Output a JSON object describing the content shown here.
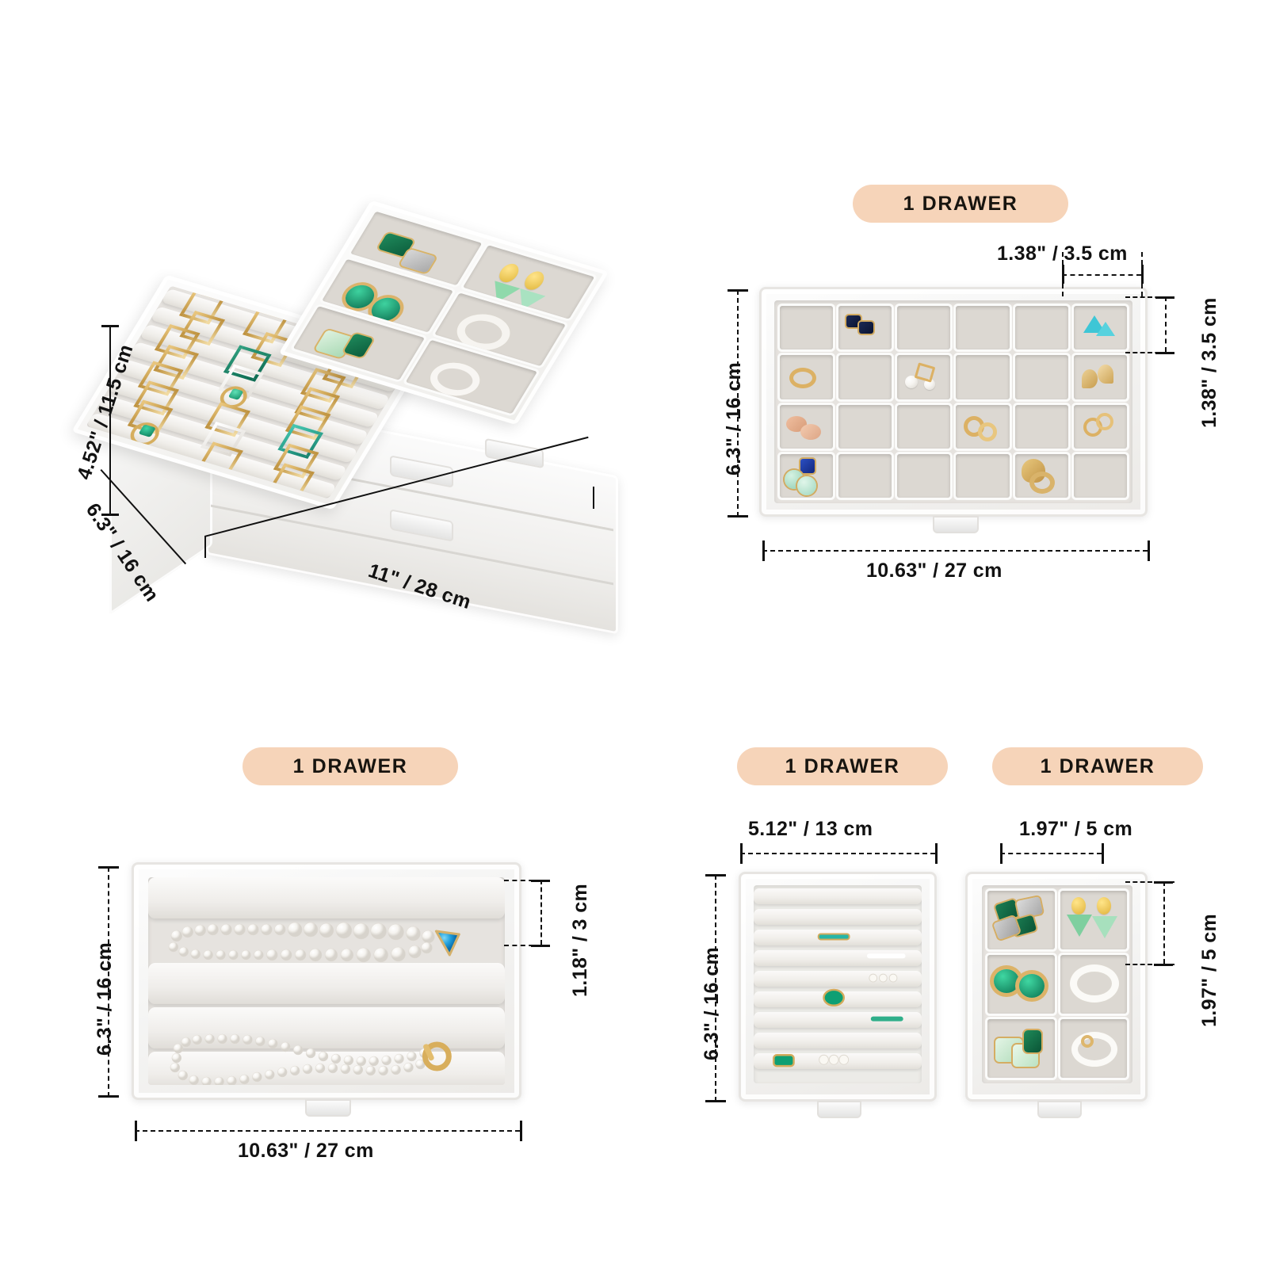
{
  "page": {
    "background": "#ffffff",
    "badge_color": "#f6d4b9",
    "text_color": "#121212",
    "velvet_color": "#dcd8d2",
    "acrylic_color": "#f4f4f3"
  },
  "hero": {
    "name": "acrylic-jewelry-organizer-3-drawer",
    "dimensions": {
      "height": "4.52\" / 11.5 cm",
      "depth": "6.3\" / 16 cm",
      "width": "11\" / 28 cm"
    },
    "drawer_count": 3,
    "open_drawer": {
      "ring_tray_slots": 8,
      "compartment_tray_cols": 2,
      "compartment_tray_rows": 3
    }
  },
  "panels": [
    {
      "id": "earring-grid-drawer",
      "badge": "1 DRAWER",
      "contents": "24-compartment earring tray",
      "grid": {
        "cols": 6,
        "rows": 4,
        "cells": 24
      },
      "dimensions": {
        "cell_width": "1.38\" / 3.5 cm",
        "cell_height": "1.38\" / 3.5 cm",
        "tray_height": "6.3\" / 16 cm",
        "tray_width": "10.63\" / 27 cm"
      }
    },
    {
      "id": "necklace-drawer",
      "badge": "1 DRAWER",
      "contents": "4-slot necklace tray",
      "slots": 4,
      "dimensions": {
        "slot_height": "1.18\" / 3 cm",
        "tray_height": "6.3\" / 16 cm",
        "tray_width": "10.63\" / 27 cm"
      }
    },
    {
      "id": "ring-drawer",
      "badge": "1 DRAWER",
      "contents": "9-row ring tray",
      "rows": 9,
      "rings_per_row": 3,
      "dimensions": {
        "tray_width": "5.12\" / 13 cm",
        "tray_height": "6.3\" / 16 cm"
      }
    },
    {
      "id": "small-compartment-drawer",
      "badge": "1 DRAWER",
      "contents": "6-compartment earring and bracelet tray",
      "grid": {
        "cols": 2,
        "rows": 3,
        "cells": 6
      },
      "dimensions": {
        "cell_width": "1.97\" / 5 cm",
        "cell_height": "1.97\" / 5 cm"
      }
    }
  ],
  "labels": {
    "hero_height": "4.52\" / 11.5 cm",
    "hero_depth": "6.3\" / 16 cm",
    "hero_width": "11\" / 28 cm",
    "badge_tr": "1 DRAWER",
    "tr_cell_w": "1.38\" / 3.5 cm",
    "tr_cell_h": "1.38\" / 3.5 cm",
    "tr_height": "6.3\" / 16 cm",
    "tr_width": "10.63\" / 27 cm",
    "badge_bl": "1 DRAWER",
    "bl_height": "6.3\" / 16 cm",
    "bl_slot": "1.18\" / 3 cm",
    "bl_width": "10.63\" / 27 cm",
    "badge_bc": "1 DRAWER",
    "bc_width": "5.12\" / 13 cm",
    "bc_height": "6.3\" / 16 cm",
    "badge_br": "1 DRAWER",
    "br_width": "1.97\" / 5 cm",
    "br_height": "1.97\" / 5 cm"
  }
}
